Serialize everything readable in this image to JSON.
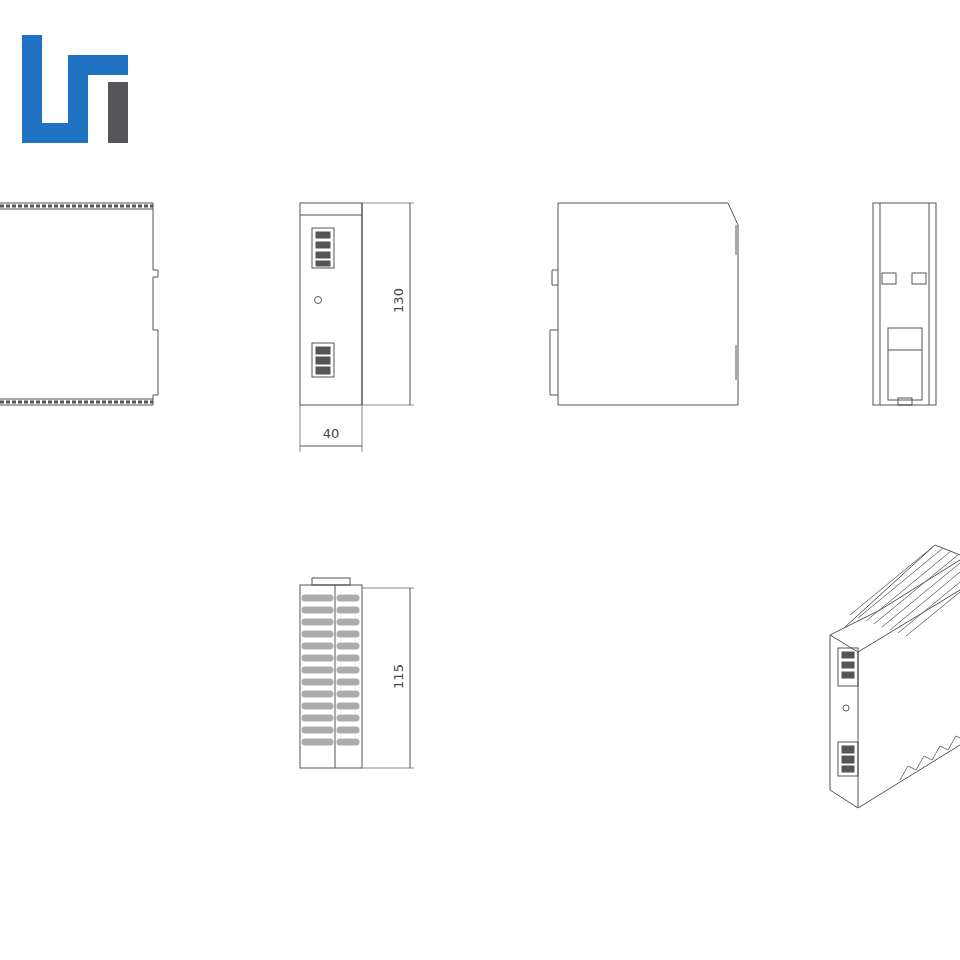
{
  "diagram": {
    "labels": [
      "130",
      "40",
      "115"
    ]
  }
}
